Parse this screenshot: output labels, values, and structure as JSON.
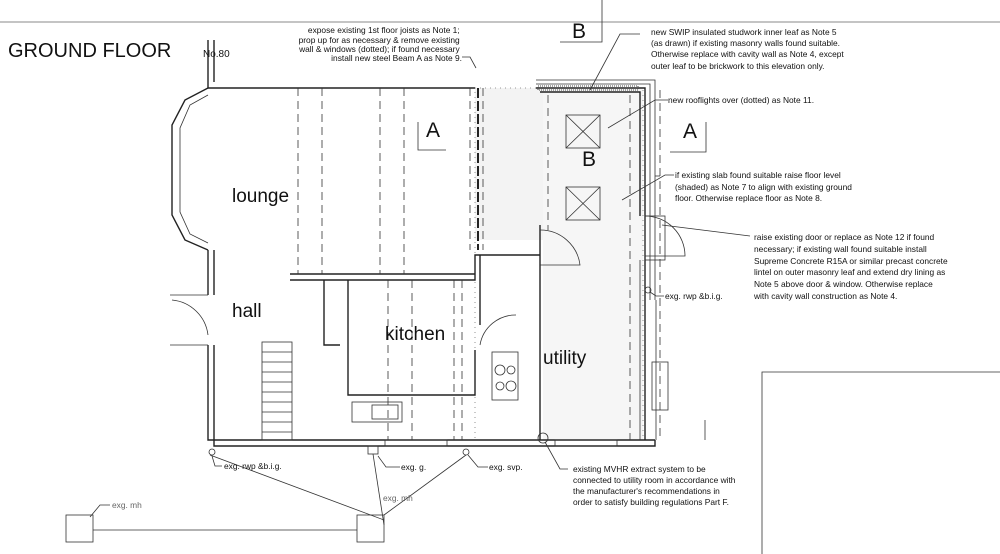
{
  "title": "GROUND FLOOR",
  "house_number": "No.80",
  "section_markers": {
    "a": "A",
    "b": "B"
  },
  "rooms": {
    "lounge": "lounge",
    "hall": "hall",
    "kitchen": "kitchen",
    "utility": "utility"
  },
  "notes": {
    "beam": [
      "expose existing 1st floor joists as Note 1;",
      "prop up for as necessary & remove existing",
      "wall & windows (dotted); if found necessary",
      "install new steel Beam A as Note 9."
    ],
    "swip": [
      "new SWIP insulated studwork inner leaf as Note 5",
      "(as drawn) if existing masonry walls found suitable.",
      "Otherwise replace with cavity wall as Note 4, except",
      "outer leaf to be brickwork to this elevation only."
    ],
    "rooflights": [
      "new rooflights over (dotted) as Note 11."
    ],
    "slab": [
      "if existing slab found suitable raise floor level",
      "(shaded) as Note 7 to align with existing ground",
      "floor.  Otherwise replace floor as Note 8."
    ],
    "door": [
      "raise existing door or replace as Note 12 if found",
      "necessary; if existing wall found suitable install",
      "Supreme Concrete R15A or similar precast concrete",
      "lintel on outer masonry leaf and extend dry lining as",
      "Note 5 above door & window.  Otherwise replace",
      "with cavity wall construction as Note 4."
    ],
    "mvhr": [
      "existing MVHR extract system to be",
      "connected to utility room in accordance with",
      "the manufacturer's recommendations in",
      "order to satisfy building regulations Part F."
    ]
  },
  "labels": {
    "rwp_right": "exg. rwp &b.i.g.",
    "rwp_left": "exg. rwp &b.i.g.",
    "gully": "exg. g.",
    "svp": "exg. svp.",
    "mh_left": "exg. mh",
    "mh_mid": "exg. mh"
  }
}
